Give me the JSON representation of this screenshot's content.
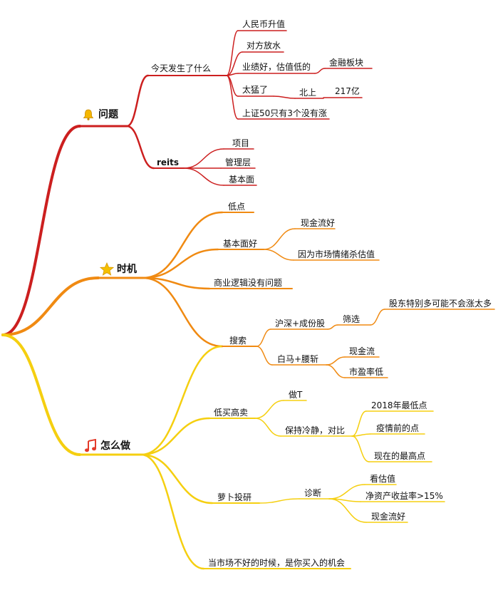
{
  "colors": {
    "red": "#cc1f1f",
    "orange": "#f08a12",
    "yellow": "#f5cf10"
  },
  "branches": {
    "wenti": {
      "label": "问题",
      "icon": "bell-icon",
      "children": {
        "today": {
          "label": "今天发生了什么",
          "items": {
            "rmb": "人民币升值",
            "duifang": "对方放水",
            "yeji": "业绩好，估值低的",
            "jinrong": "金融板块",
            "taimeng": "太猛了",
            "beishang": "北上",
            "amount": "217亿",
            "shangzheng": "上证50只有3个没有涨"
          }
        },
        "reits": {
          "label": "reits",
          "items": {
            "xiangmu": "项目",
            "guanli": "管理层",
            "jibenmian": "基本面"
          }
        }
      }
    },
    "shiji": {
      "label": "时机",
      "icon": "star-icon",
      "children": {
        "didian": "低点",
        "jibenmianhao": {
          "label": "基本面好",
          "items": {
            "xianjin": "现金流好",
            "yinwei": "因为市场情绪杀估值"
          }
        },
        "shangye": "商业逻辑没有问题",
        "sousuo": {
          "label": "搜索",
          "hushen": "沪深+成份股",
          "shaixuan": "筛选",
          "gudong": "股东特别多可能不会涨太多",
          "baima": "白马+腰斩",
          "xianjinliu": "现金流",
          "shiying": "市盈率低"
        }
      }
    },
    "zenme": {
      "label": "怎么做",
      "icon": "music-note-icon",
      "children": {
        "dimai": {
          "label": "低买高卖",
          "zuot": "做T",
          "baochi": "保持冷静，对比",
          "y2018": "2018年最低点",
          "yiqing": "疫情前的点",
          "xianzai": "现在的最高点"
        },
        "luobo": {
          "label": "萝卜投研",
          "zhenduan": "诊断",
          "kangu": "看估值",
          "jingzichan": "净资产收益率>15%",
          "xianjinhao": "现金流好"
        },
        "dangshichang": "当市场不好的时候，是你买入的机会"
      }
    }
  }
}
